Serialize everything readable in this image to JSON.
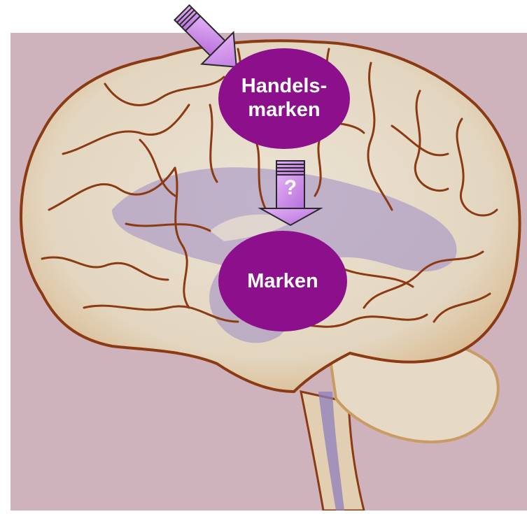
{
  "diagram": {
    "nodes": {
      "top": {
        "line1": "Handels-",
        "line2": "marken"
      },
      "bottom": {
        "label": "Marken"
      }
    },
    "connector_label": "?",
    "colors": {
      "background": "#cfb3bc",
      "brain_fill": "#e7dccb",
      "brain_outline": "#8b3a12",
      "ventricle": "#9c8bc4",
      "node_fill": "#8c0f8c",
      "arrow_fill": "#cc88e8",
      "arrow_stroke": "#2a2a2a"
    },
    "icons": [
      "brain-illustration",
      "arrow-down-right-icon",
      "arrow-down-icon"
    ]
  }
}
